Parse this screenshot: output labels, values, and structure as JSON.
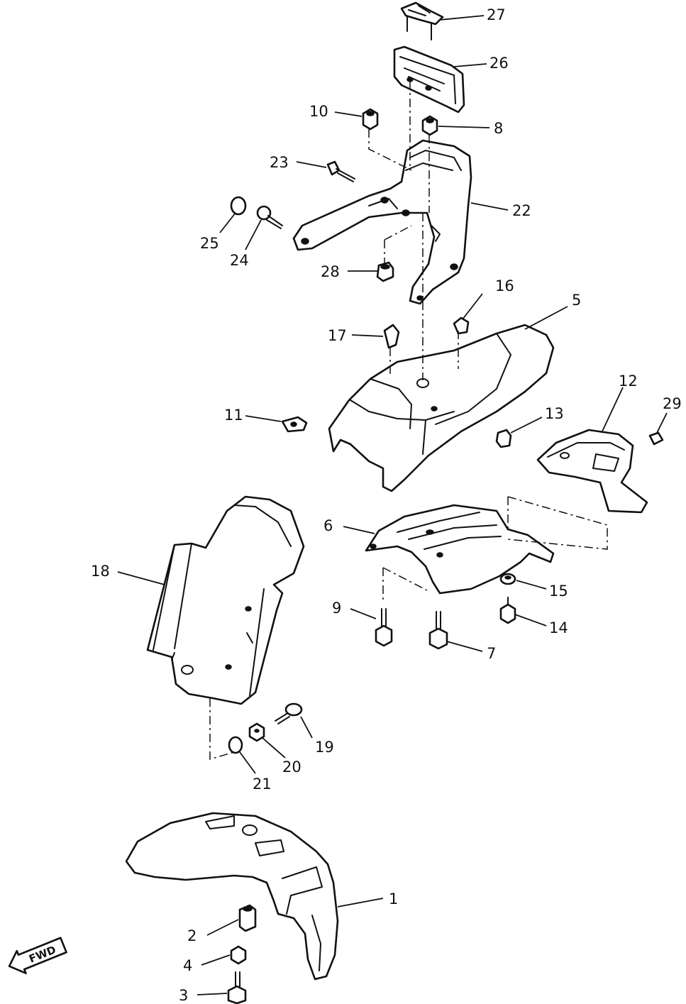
{
  "callouts": {
    "c1": "1",
    "c2": "2",
    "c3": "3",
    "c4": "4",
    "c5": "5",
    "c6": "6",
    "c7": "7",
    "c8": "8",
    "c9": "9",
    "c10": "10",
    "c11": "11",
    "c12": "12",
    "c13": "13",
    "c14": "14",
    "c15": "15",
    "c16": "16",
    "c17": "17",
    "c18": "18",
    "c19": "19",
    "c20": "20",
    "c21": "21",
    "c22": "22",
    "c23": "23",
    "c24": "24",
    "c25": "25",
    "c26": "26",
    "c27": "27",
    "c28": "28",
    "c29": "29"
  },
  "direction_badge": {
    "label": "FWD"
  }
}
